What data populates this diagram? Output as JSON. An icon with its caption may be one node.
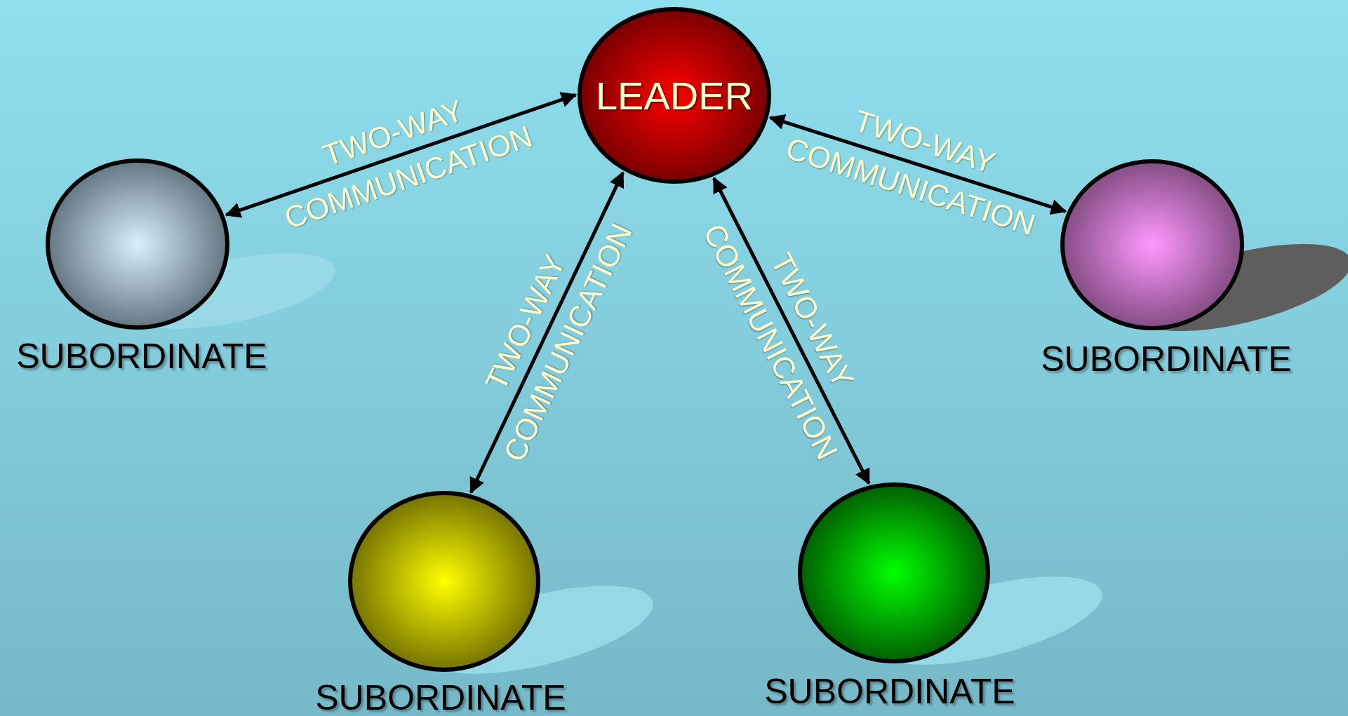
{
  "diagram": {
    "nodes": [
      {
        "text": [
          "LEADER"
        ]
      },
      {
        "text": [
          "SUBORDINATE"
        ]
      },
      {
        "text": [
          "SUBORDINATE"
        ]
      },
      {
        "text": [
          "SUBORDINATE"
        ]
      },
      {
        "text": [
          "SUBORDINATE"
        ]
      }
    ],
    "edges": [
      {
        "from": 0,
        "to": 1,
        "arrow": "both",
        "label": "TWO-WAY COMMUNICATION"
      },
      {
        "from": 0,
        "to": 2,
        "arrow": "both",
        "label": "TWO-WAY COMMUNICATION"
      },
      {
        "from": 0,
        "to": 3,
        "arrow": "both",
        "label": "TWO-WAY COMMUNICATION"
      },
      {
        "from": 0,
        "to": 4,
        "arrow": "both",
        "label": "TWO-WAY COMMUNICATION"
      }
    ]
  }
}
